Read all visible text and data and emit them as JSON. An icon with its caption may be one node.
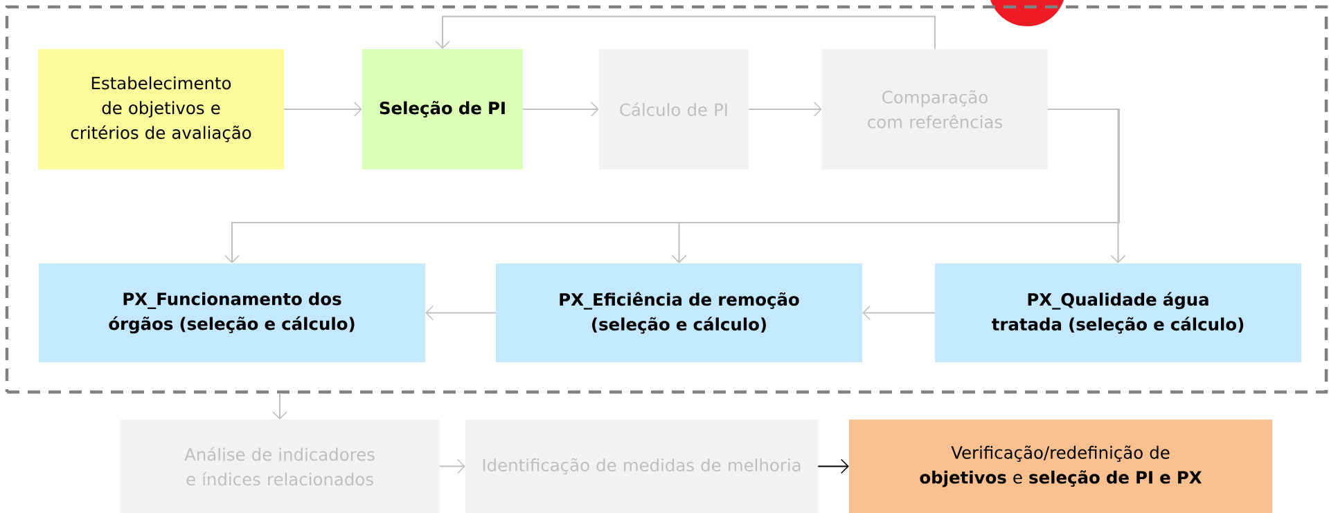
{
  "diagram": {
    "nodes": [
      {
        "text": [],
        "shape": "box"
      },
      {
        "text": [
          "Estabelecimento de objetivos e critérios de avaliação"
        ],
        "in": 0
      },
      {
        "text": [
          "Seleção de PI"
        ],
        "in": 0
      },
      {
        "text": [
          "Cálculo de PI"
        ],
        "in": 0
      },
      {
        "text": [
          "Comparação com referências"
        ],
        "in": 0
      },
      {
        "text": [
          "PX_Funcionamento dos órgãos (seleção e cálculo)"
        ],
        "in": 0
      },
      {
        "text": [
          "PX_Eficiência de remoção (seleção e cálculo)"
        ],
        "in": 0
      },
      {
        "text": [
          "PX_Qualidade água tratada (seleção e cálculo)"
        ],
        "in": 0
      },
      {
        "text": [
          "Análise de indicadores e índices relacionados"
        ]
      },
      {
        "text": [
          "Identificação de medidas de melhoria"
        ]
      },
      {
        "text": [
          "Verificação/redefinição de **objetivos** e **seleção de PI e PX**"
        ]
      },
      {
        "text": [],
        "shape": "circle"
      }
    ],
    "edges": [
      {
        "from": 1,
        "to": 2,
        "arrow": "to"
      },
      {
        "from": 2,
        "to": 3,
        "arrow": "to"
      },
      {
        "from": 3,
        "to": 4,
        "arrow": "to"
      },
      {
        "from": 4,
        "to": 2,
        "arrow": "to"
      },
      {
        "from": 4,
        "to": 7,
        "arrow": "to"
      },
      {
        "from": 4,
        "to": 6,
        "arrow": "to"
      },
      {
        "from": 4,
        "to": 5,
        "arrow": "to"
      },
      {
        "from": 7,
        "to": 6,
        "arrow": "to"
      },
      {
        "from": 6,
        "to": 5,
        "arrow": "to"
      },
      {
        "from": 0,
        "to": 8,
        "arrow": "to"
      },
      {
        "from": 8,
        "to": 9,
        "arrow": "to"
      },
      {
        "from": 9,
        "to": 10,
        "arrow": "to",
        "color": "#000000"
      }
    ]
  }
}
